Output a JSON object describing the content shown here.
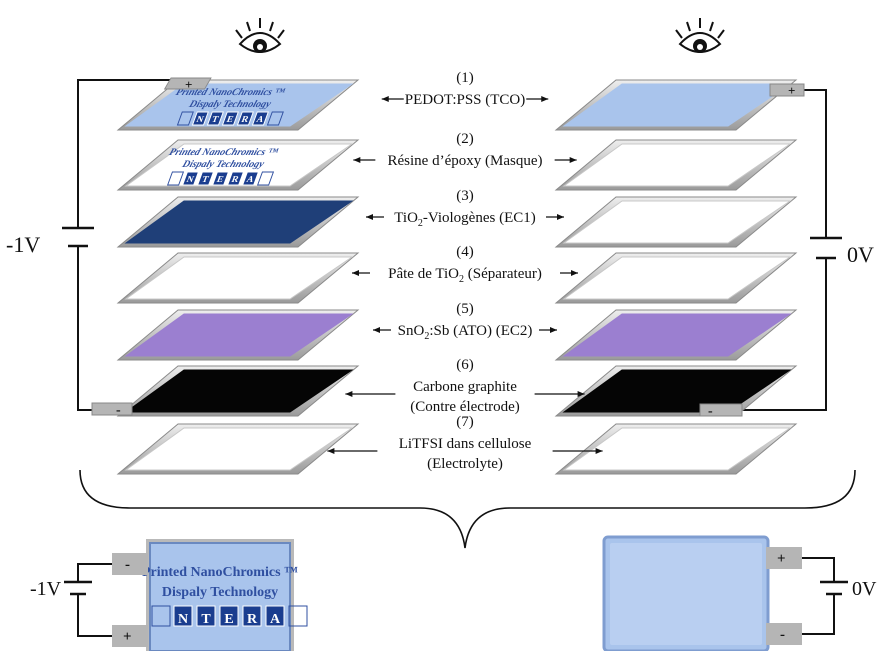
{
  "layers": [
    {
      "number": "(1)",
      "label": "PEDOT:PSS (TCO)",
      "left_color": "#a9c4ec",
      "right_color": "#a9c4ec"
    },
    {
      "number": "(2)",
      "label": "Résine d’époxy (Masque)",
      "left_color": "#ffffff",
      "right_color": "#ffffff"
    },
    {
      "number": "(3)",
      "label_pre": "TiO",
      "label_sub": "2",
      "label_post": "-Viologènes (EC1)",
      "left_color": "#1f3f78",
      "right_color": "#ffffff"
    },
    {
      "number": "(4)",
      "label_pre": "Pâte de TiO",
      "label_sub": "2",
      "label_post": " (Séparateur)",
      "left_color": "#ffffff",
      "right_color": "#ffffff"
    },
    {
      "number": "(5)",
      "label_pre": "SnO",
      "label_sub": "2",
      "label_post": ":Sb (ATO) (EC2)",
      "left_color": "#9b7fd0",
      "right_color": "#9b7fd0"
    },
    {
      "number": "(6)",
      "label_line1": "Carbone graphite",
      "label_line2": "(Contre électrode)",
      "left_color": "#050505",
      "right_color": "#050505"
    },
    {
      "number": "(7)",
      "label_line1": "LiTFSI dans cellulose",
      "label_line2": "(Electrolyte)",
      "left_color": "#ffffff",
      "right_color": "#ffffff"
    }
  ],
  "voltages": {
    "left": "-1V",
    "right": "0V",
    "bottom_left": "-1V",
    "bottom_right": "0V"
  },
  "terminals": {
    "plus": "+",
    "minus": "-"
  },
  "printed_text": {
    "line1": "Printed NanoChromics ™",
    "line2": "Dispaly Technology",
    "letters": [
      "N",
      "T",
      "E",
      "R",
      "A"
    ]
  },
  "colors": {
    "wire": "#111111",
    "terminal": "#b5b5b5",
    "display_blue": "#a9c4ec",
    "text_blue": "#1a3d8f"
  }
}
